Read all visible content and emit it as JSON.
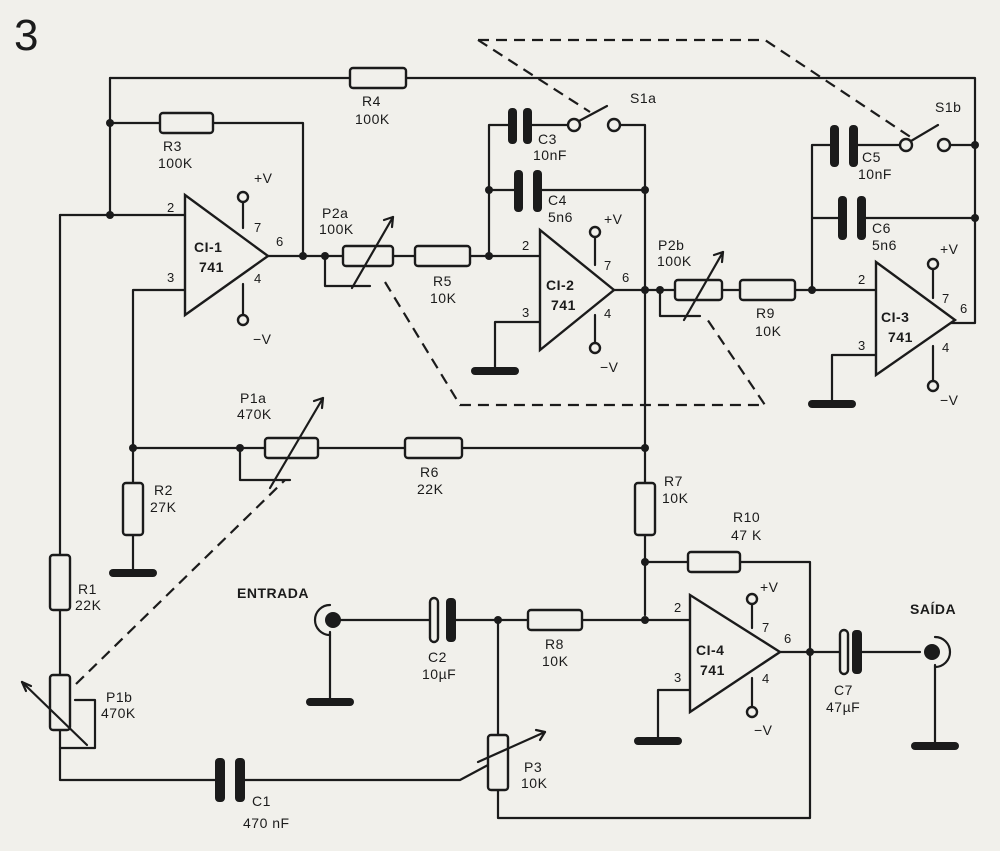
{
  "figure_number": "3",
  "io": {
    "input": "ENTRADA",
    "output": "SAÍDA"
  },
  "opamps": [
    {
      "id": "CI-1",
      "part": "741",
      "vpos": "+V",
      "vneg": "−V",
      "pin_inv": "2",
      "pin_noninv": "3",
      "pin_out": "6",
      "pin_vpos": "7",
      "pin_vneg": "4"
    },
    {
      "id": "CI-2",
      "part": "741",
      "vpos": "+V",
      "vneg": "−V",
      "pin_inv": "2",
      "pin_noninv": "3",
      "pin_out": "6",
      "pin_vpos": "7",
      "pin_vneg": "4"
    },
    {
      "id": "CI-3",
      "part": "741",
      "vpos": "+V",
      "vneg": "−V",
      "pin_inv": "2",
      "pin_noninv": "3",
      "pin_out": "6",
      "pin_vpos": "7",
      "pin_vneg": "4"
    },
    {
      "id": "CI-4",
      "part": "741",
      "vpos": "+V",
      "vneg": "−V",
      "pin_inv": "2",
      "pin_noninv": "3",
      "pin_out": "6",
      "pin_vpos": "7",
      "pin_vneg": "4"
    }
  ],
  "resistors": [
    {
      "ref": "R1",
      "value": "22K"
    },
    {
      "ref": "R2",
      "value": "27K"
    },
    {
      "ref": "R3",
      "value": "100K"
    },
    {
      "ref": "R4",
      "value": "100K"
    },
    {
      "ref": "R5",
      "value": "10K"
    },
    {
      "ref": "R6",
      "value": "22K"
    },
    {
      "ref": "R7",
      "value": "10K"
    },
    {
      "ref": "R8",
      "value": "10K"
    },
    {
      "ref": "R9",
      "value": "10K"
    },
    {
      "ref": "R10",
      "value": "47 K"
    }
  ],
  "capacitors": [
    {
      "ref": "C1",
      "value": "470 nF"
    },
    {
      "ref": "C2",
      "value": "10µF"
    },
    {
      "ref": "C3",
      "value": "10nF"
    },
    {
      "ref": "C4",
      "value": "5n6"
    },
    {
      "ref": "C5",
      "value": "10nF"
    },
    {
      "ref": "C6",
      "value": "5n6"
    },
    {
      "ref": "C7",
      "value": "47µF"
    }
  ],
  "potentiometers": [
    {
      "ref": "P1a",
      "value": "470K"
    },
    {
      "ref": "P1b",
      "value": "470K"
    },
    {
      "ref": "P2a",
      "value": "100K"
    },
    {
      "ref": "P2b",
      "value": "100K"
    },
    {
      "ref": "P3",
      "value": "10K"
    }
  ],
  "switches": [
    {
      "ref": "S1a"
    },
    {
      "ref": "S1b"
    }
  ]
}
